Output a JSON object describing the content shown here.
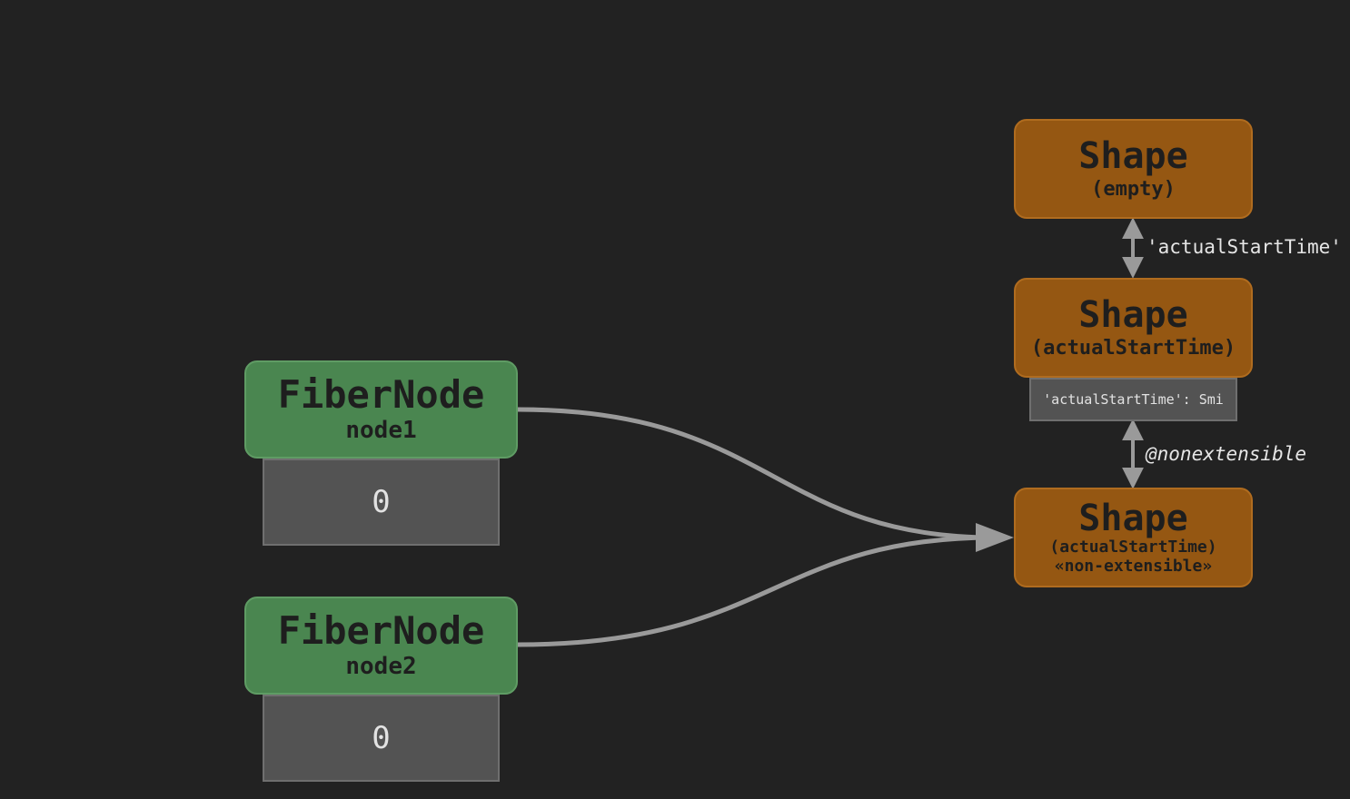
{
  "fiber_nodes": [
    {
      "type": "FiberNode",
      "name": "node1",
      "field_value": "0"
    },
    {
      "type": "FiberNode",
      "name": "node2",
      "field_value": "0"
    }
  ],
  "shapes": {
    "empty": {
      "title": "Shape",
      "subtitle": "(empty)"
    },
    "actual": {
      "title": "Shape",
      "subtitle": "(actualStartTime)",
      "field": "'actualStartTime': Smi"
    },
    "nonext": {
      "title": "Shape",
      "subtitle": "(actualStartTime)",
      "subtitle2": "«non-extensible»"
    }
  },
  "edges": {
    "transition_label": "'actualStartTime'",
    "nonextensible_label": "@nonextensible"
  },
  "colors": {
    "background": "#222222",
    "fiber_node": "#4a8650",
    "shape_node": "#955712",
    "field": "#535353",
    "arrow": "#9a9a9a"
  }
}
